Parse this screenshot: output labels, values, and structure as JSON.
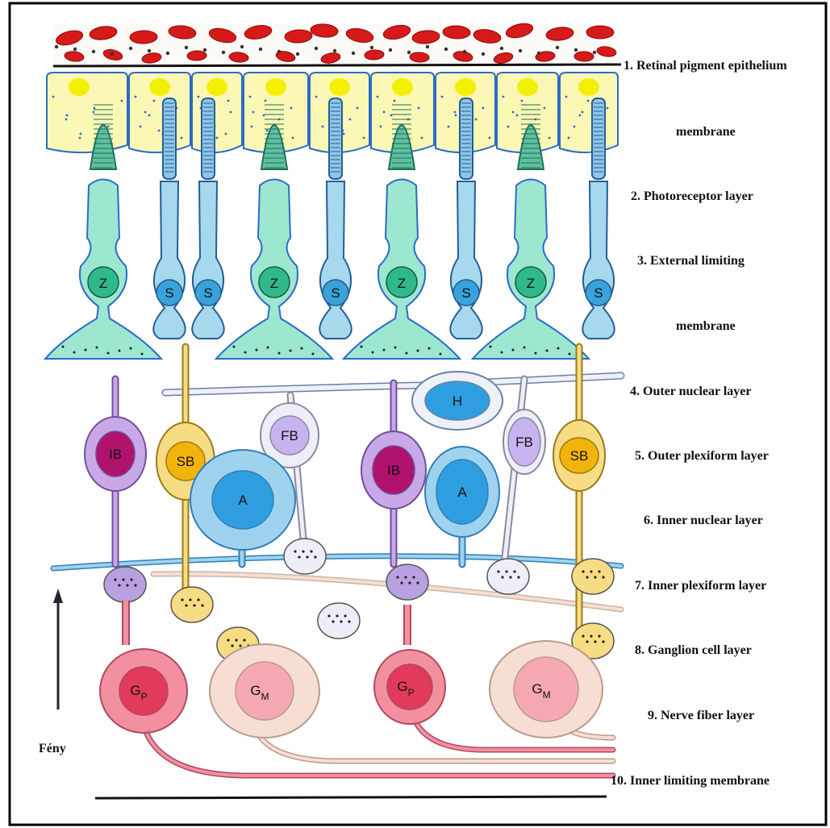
{
  "layers": [
    "1. Retinal pigment epithelium",
    "membrane",
    "2. Photoreceptor layer",
    "3. External limiting",
    "membrane",
    "4. Outer nuclear layer",
    "5. Outer plexiform layer",
    "6. Inner nuclear layer",
    "7. Inner plexiform layer",
    "8.  Ganglion cell layer",
    "9.  Nerve fiber layer",
    "10. Inner limiting membrane"
  ],
  "light_label": "Fény",
  "cells": {
    "cone": "Z",
    "rod": "S",
    "horizontal": "H",
    "invaginating_bipolar": "IB",
    "flat_bipolar": "FB",
    "rod_bipolar": "SB",
    "amacrine": "A",
    "parvo_ganglion": {
      "main": "G",
      "sub": "P"
    },
    "magno_ganglion": {
      "main": "G",
      "sub": "M"
    }
  },
  "colors": {
    "blood_cell": "#d61a1a",
    "epithelium": "#fbf7b4",
    "epithelium_nucleus": "#f4ee00",
    "cone_body": "#9de6cf",
    "cone_nucleus": "#2fb98a",
    "rod_body": "#a6d8ee",
    "rod_nucleus": "#3aa2da",
    "ib_body": "#c9a8e8",
    "ib_nucleus": "#b0126e",
    "sb_body": "#f6dc82",
    "sb_nucleus": "#f2b40a",
    "fb_body": "#eeeef8",
    "fb_nucleus": "#c7b3ef",
    "amacrine_body": "#9fd2ee",
    "amacrine_nucleus": "#2f9ee0",
    "gp_body": "#f2909f",
    "gp_nucleus": "#e23a5a",
    "gm_body": "#f7ded3",
    "gm_nucleus": "#f5a8b2"
  }
}
